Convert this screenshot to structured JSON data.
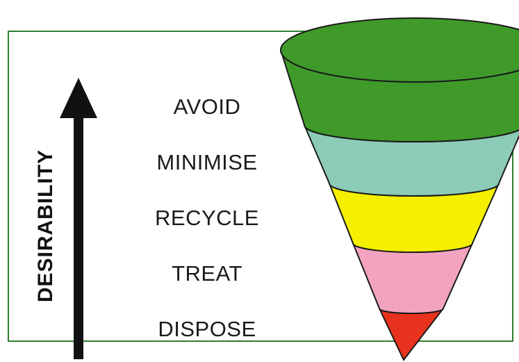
{
  "axis": {
    "label": "DESIRABILITY",
    "direction": "up"
  },
  "levels": [
    {
      "label": "AVOID",
      "color": "#3f9a2a"
    },
    {
      "label": "MINIMISE",
      "color": "#8ccbb7"
    },
    {
      "label": "RECYCLE",
      "color": "#f5f000"
    },
    {
      "label": "TREAT",
      "color": "#f2a3bf"
    },
    {
      "label": "DISPOSE",
      "color": "#e8321e"
    }
  ],
  "colors": {
    "frame": "#2f7f2f",
    "outline": "#1a1a1a",
    "text": "#1a1a1a"
  }
}
